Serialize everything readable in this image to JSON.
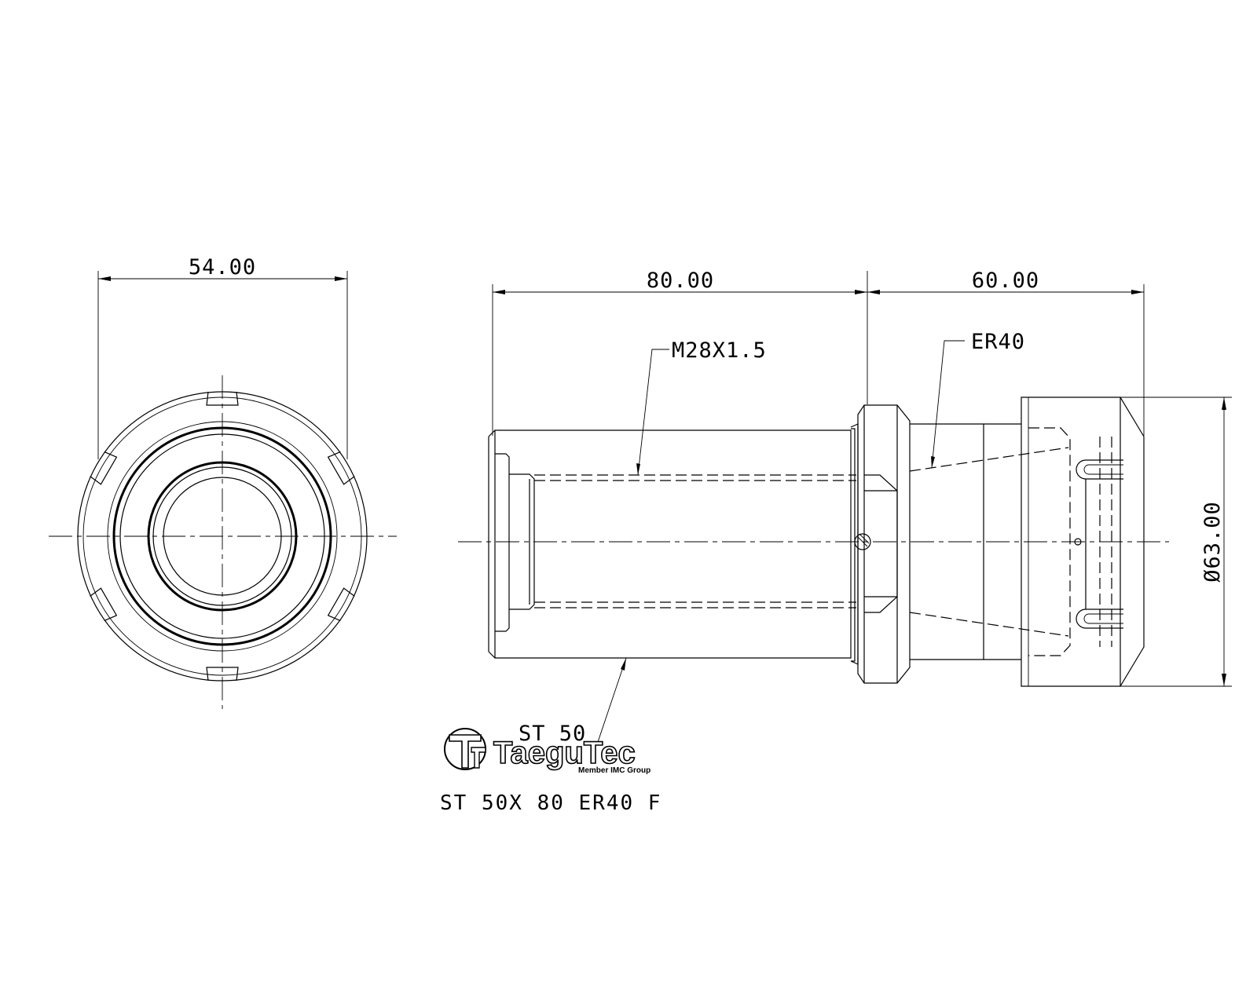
{
  "end_view": {
    "width_label": "54.00"
  },
  "side_view": {
    "shank_length_label": "80.00",
    "head_length_label": "60.00",
    "thread_label": "M28X1.5",
    "collet_label": "ER40",
    "diameter_label": "Ø63.00",
    "shank_label": "ST 50"
  },
  "title_block": {
    "logo": "TaeguTec",
    "logo_tagline": "Member IMC Group",
    "part_number": "ST 50X 80 ER40 F"
  }
}
